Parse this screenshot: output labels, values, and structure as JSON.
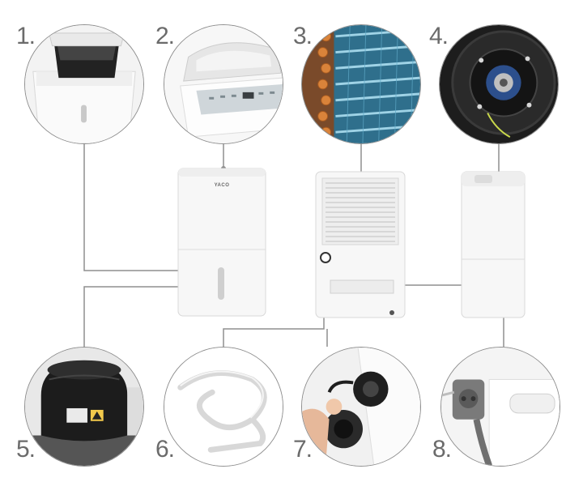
{
  "labels": {
    "n1": "1.",
    "n2": "2.",
    "n3": "3.",
    "n4": "4.",
    "n5": "5.",
    "n6": "6.",
    "n7": "7.",
    "n8": "8."
  },
  "brand": "YACO",
  "colors": {
    "line": "#8f8f8f",
    "number": "#6b6b6b",
    "body": "#f6f6f6",
    "copper": "#d9833a",
    "fin": "#3d8fb3"
  }
}
